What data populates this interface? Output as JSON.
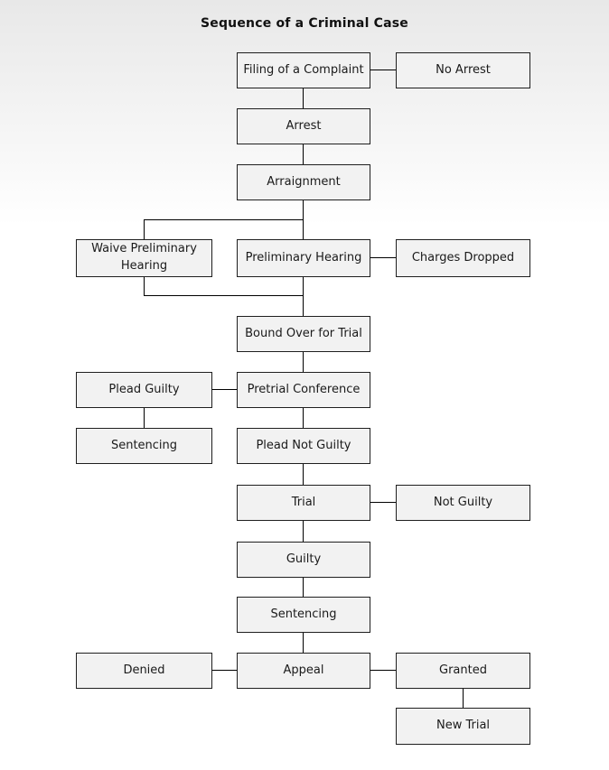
{
  "title": "Sequence of a Criminal Case",
  "colors": {
    "background_top": "#e8e8e8",
    "background_bottom": "#ffffff",
    "node_fill": "#f2f2f2",
    "node_border": "#1f1f1f",
    "connector_line": "#000000",
    "text": "#1a1a1a"
  },
  "nodes": [
    {
      "id": "filing-of-a-complaint",
      "label": "Filing of a Complaint"
    },
    {
      "id": "no-arrest",
      "label": "No Arrest"
    },
    {
      "id": "arrest",
      "label": "Arrest"
    },
    {
      "id": "arraignment",
      "label": "Arraignment"
    },
    {
      "id": "waive-preliminary-hearing",
      "label": "Waive Preliminary Hearing"
    },
    {
      "id": "preliminary-hearing",
      "label": "Preliminary Hearing"
    },
    {
      "id": "charges-dropped",
      "label": "Charges Dropped"
    },
    {
      "id": "bound-over-for-trial",
      "label": "Bound Over for Trial"
    },
    {
      "id": "plead-guilty",
      "label": "Plead Guilty"
    },
    {
      "id": "pretrial-conference",
      "label": "Pretrial Conference"
    },
    {
      "id": "sentencing-after-plea",
      "label": "Sentencing"
    },
    {
      "id": "plead-not-guilty",
      "label": "Plead Not Guilty"
    },
    {
      "id": "trial",
      "label": "Trial"
    },
    {
      "id": "not-guilty",
      "label": "Not Guilty"
    },
    {
      "id": "guilty",
      "label": "Guilty"
    },
    {
      "id": "sentencing-after-trial",
      "label": "Sentencing"
    },
    {
      "id": "denied",
      "label": "Denied"
    },
    {
      "id": "appeal",
      "label": "Appeal"
    },
    {
      "id": "granted",
      "label": "Granted"
    },
    {
      "id": "new-trial",
      "label": "New Trial"
    }
  ],
  "edges": [
    {
      "from": "filing-of-a-complaint",
      "to": "no-arrest"
    },
    {
      "from": "filing-of-a-complaint",
      "to": "arrest"
    },
    {
      "from": "arrest",
      "to": "arraignment"
    },
    {
      "from": "arraignment",
      "to": "waive-preliminary-hearing"
    },
    {
      "from": "arraignment",
      "to": "preliminary-hearing"
    },
    {
      "from": "preliminary-hearing",
      "to": "charges-dropped"
    },
    {
      "from": "waive-preliminary-hearing",
      "to": "bound-over-for-trial"
    },
    {
      "from": "preliminary-hearing",
      "to": "bound-over-for-trial"
    },
    {
      "from": "bound-over-for-trial",
      "to": "pretrial-conference"
    },
    {
      "from": "pretrial-conference",
      "to": "plead-guilty"
    },
    {
      "from": "plead-guilty",
      "to": "sentencing-after-plea"
    },
    {
      "from": "pretrial-conference",
      "to": "plead-not-guilty"
    },
    {
      "from": "plead-not-guilty",
      "to": "trial"
    },
    {
      "from": "trial",
      "to": "not-guilty"
    },
    {
      "from": "trial",
      "to": "guilty"
    },
    {
      "from": "guilty",
      "to": "sentencing-after-trial"
    },
    {
      "from": "sentencing-after-trial",
      "to": "appeal"
    },
    {
      "from": "appeal",
      "to": "denied"
    },
    {
      "from": "appeal",
      "to": "granted"
    },
    {
      "from": "granted",
      "to": "new-trial"
    }
  ]
}
